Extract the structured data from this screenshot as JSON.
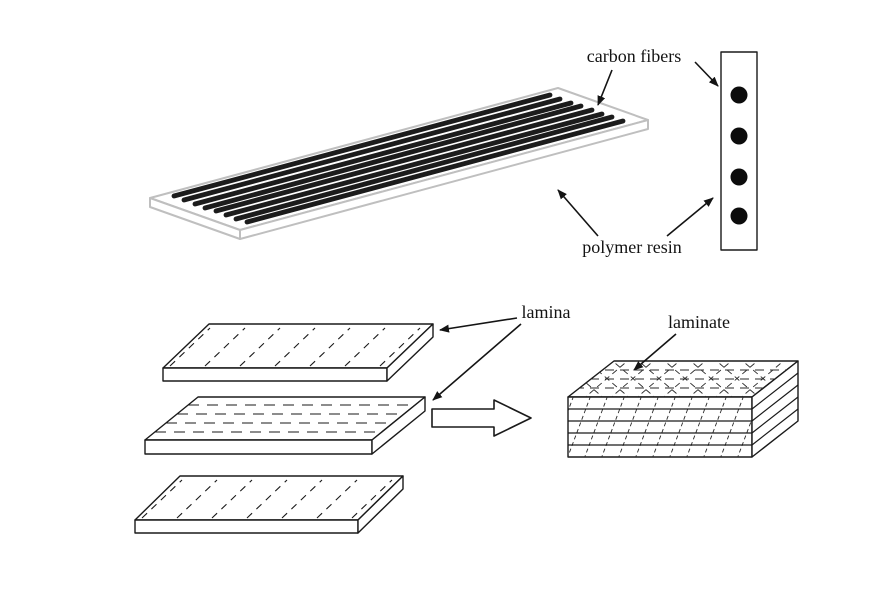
{
  "diagram": {
    "labels": {
      "carbon_fibers": "carbon fibers",
      "polymer_resin": "polymer resin",
      "lamina": "lamina",
      "laminate": "laminate"
    },
    "colors": {
      "background": "#ffffff",
      "line": "#1a1a1a",
      "fiber": "#1c1c1c",
      "plate_outline": "#bfbfbf"
    }
  }
}
